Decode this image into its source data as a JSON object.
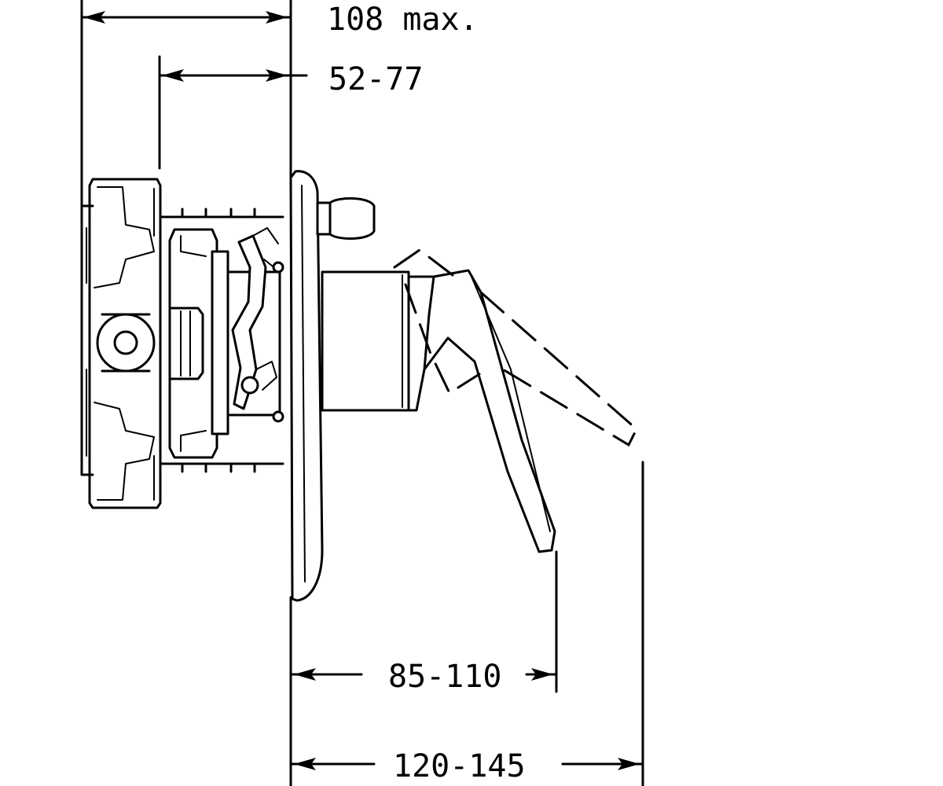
{
  "dimensions": {
    "overall_depth": "108 max.",
    "wall_depth_range": "52-77",
    "handle_projection": "85-110",
    "total_projection": "120-145"
  }
}
